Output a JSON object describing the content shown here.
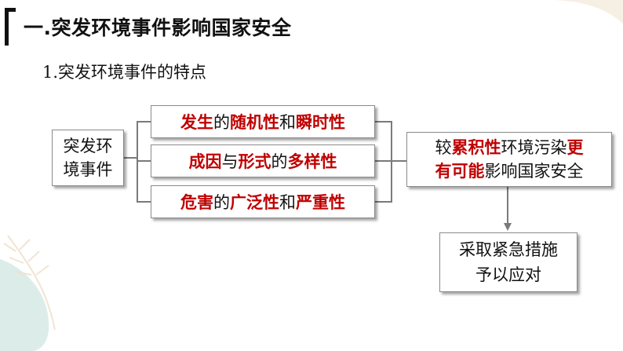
{
  "header": {
    "title": "一.突发环境事件影响国家安全",
    "subtitle": "1.突发环境事件的特点"
  },
  "diagram": {
    "source": {
      "line1": "突发环",
      "line2": "境事件"
    },
    "features": [
      {
        "p1": "发生",
        "p2": "的",
        "p3": "随机性",
        "p4": "和",
        "p5": "瞬时性"
      },
      {
        "p1": "成因",
        "p2": "与",
        "p3": "形式",
        "p4": "的",
        "p5": "多样性"
      },
      {
        "p1": "危害",
        "p2": "的",
        "p3": "广泛性",
        "p4": "和",
        "p5": "严重性"
      }
    ],
    "result": {
      "a": "较",
      "b": "累积性",
      "c": "环境污染",
      "d": "更",
      "e": "有可能",
      "f": "影响国家安全"
    },
    "action": {
      "line1": "采取紧急措施",
      "line2": "予以应对"
    }
  },
  "colors": {
    "highlight": "#c00000",
    "text": "#111111",
    "connector": "#7a7a7a"
  }
}
